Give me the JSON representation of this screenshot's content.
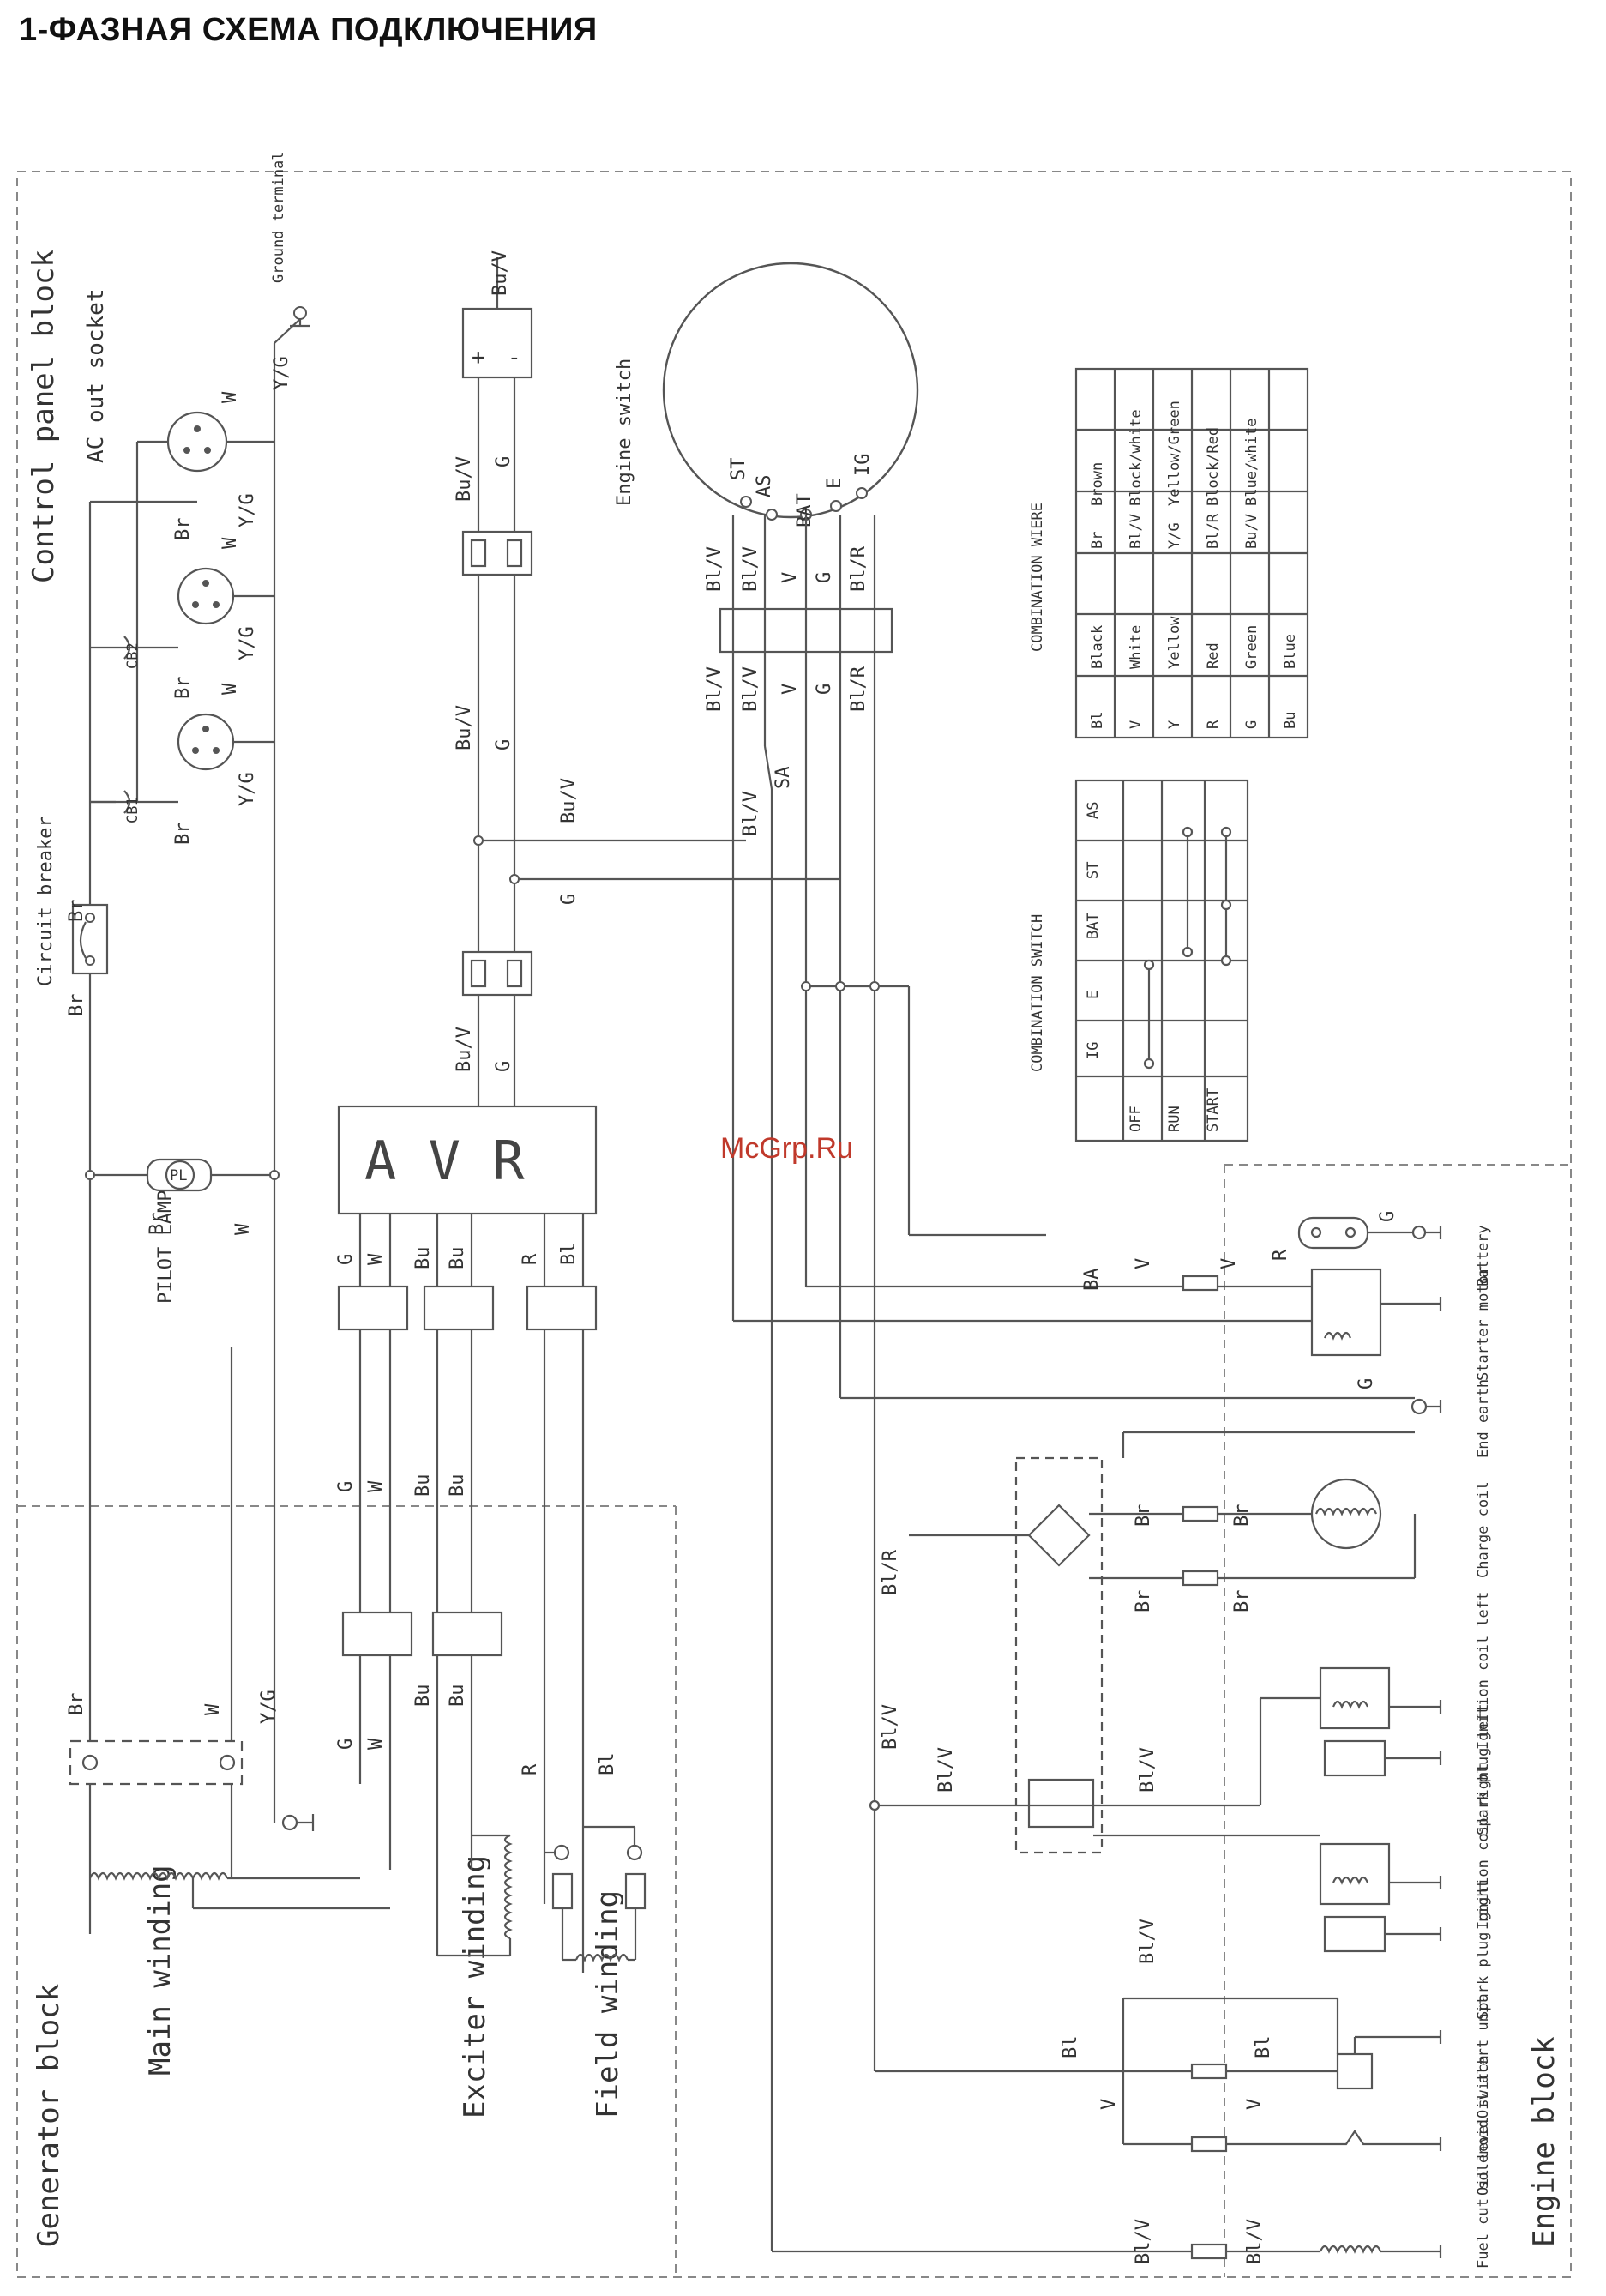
{
  "title": "1-ФАЗНАЯ СХЕМА ПОДКЛЮЧЕНИЯ",
  "watermark": "McGrp.Ru",
  "blocks": {
    "control_panel": "Control panel block",
    "generator": "Generator block",
    "engine": "Engine block"
  },
  "components": {
    "ac_socket": "AC out socket",
    "ground_terminal": "Ground terminal",
    "circuit_breaker": "Circuit breaker",
    "pilot_lamp": "PILOT LAMP",
    "pilot_lamp_code": "PL",
    "cb1": "CB1",
    "cb2": "CB2",
    "avr": "A V R",
    "engine_switch": "Engine switch",
    "main_winding": "Main winding",
    "exciter_winding": "Exciter winding",
    "field_winding": "Field winding",
    "battery": "Battery",
    "starter_motor": "Starter motor",
    "end_earth": "End earth",
    "charge_coil": "Charge coil",
    "ignition_coil_left": "Ignition coil left",
    "spark_plug_left": "Spark plug left",
    "ignition_coil_right": "Ignition coil right",
    "spark_plug_right": "Spark plug right",
    "oil_alert_unit": "Oil alert unit",
    "oil_level_switch": "Oil level switch",
    "fuel_cut_solenoid": "Fuel cut solenoid"
  },
  "switch_terminals": [
    "ST",
    "AS",
    "BAT",
    "E",
    "IG"
  ],
  "wire_labels": [
    "Br",
    "W",
    "Y/G",
    "G",
    "Bu",
    "R",
    "Bl",
    "Bl/V",
    "Bl/R",
    "V",
    "Bu/V",
    "SA",
    "BA"
  ],
  "color_table": {
    "title": "COMBINATION WIERE",
    "rows": [
      [
        "Bl",
        "Black",
        "Br",
        "Brown"
      ],
      [
        "V",
        "White",
        "Bl/V",
        "Block/white"
      ],
      [
        "Y",
        "Yellow",
        "Y/G",
        "Yellow/Green"
      ],
      [
        "R",
        "Red",
        "Bl/R",
        "Block/Red"
      ],
      [
        "G",
        "Green",
        "Bu/V",
        "Blue/white"
      ],
      [
        "Bu",
        "Blue",
        "",
        ""
      ]
    ]
  },
  "switch_table": {
    "title": "COMBINATION SWITCH",
    "header": [
      "",
      "IG",
      "E",
      "BAT",
      "ST",
      "AS"
    ],
    "rows": [
      "OFF",
      "RUN",
      "START"
    ]
  }
}
